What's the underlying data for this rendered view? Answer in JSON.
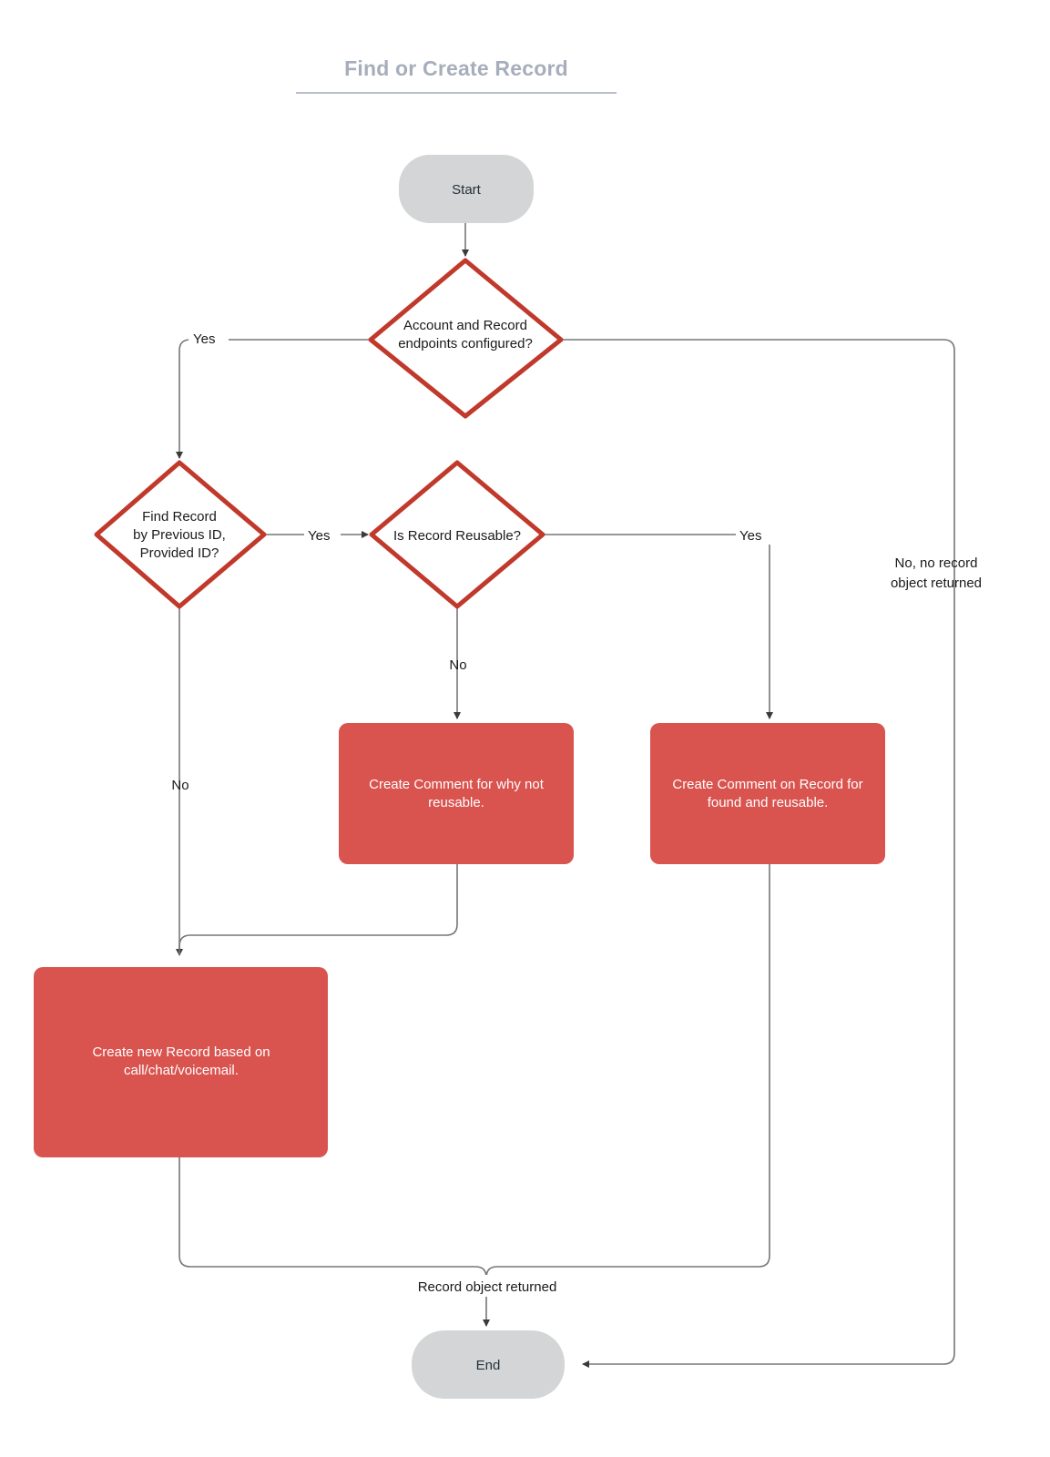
{
  "page": {
    "title": "Find or Create Record",
    "background_color": "#ffffff"
  },
  "colors": {
    "title_text": "#a7aebb",
    "terminator_fill": "#d3d5d6",
    "decision_stroke": "#c0392b",
    "decision_fill": "#ffffff",
    "process_fill": "#d9534f",
    "process_text": "#ffffff",
    "edge_stroke": "#767676",
    "body_text": "#1a1a1a"
  },
  "chart_data": {
    "type": "diagram",
    "title": "Find or Create Record",
    "nodes": [
      {
        "id": "start",
        "shape": "terminator",
        "label": "Start"
      },
      {
        "id": "d1",
        "shape": "decision",
        "label_line1": "Account and Record",
        "label_line2": "endpoints configured?"
      },
      {
        "id": "d2",
        "shape": "decision",
        "label_line1": "Find Record",
        "label_line2": "by Previous ID,",
        "label_line3": "Provided ID?"
      },
      {
        "id": "d3",
        "shape": "decision",
        "label_line1": "Is Record Reusable?"
      },
      {
        "id": "p1",
        "shape": "process",
        "label_line1": "Create Comment for why not",
        "label_line2": "reusable."
      },
      {
        "id": "p2",
        "shape": "process",
        "label_line1": "Create Comment on Record for",
        "label_line2": "found and reusable."
      },
      {
        "id": "p3",
        "shape": "process",
        "label_line1": "Create new Record based on",
        "label_line2": "call/chat/voicemail."
      },
      {
        "id": "end",
        "shape": "terminator",
        "label": "End"
      }
    ],
    "edges": [
      {
        "from": "start",
        "to": "d1",
        "label": ""
      },
      {
        "from": "d1",
        "to": "d2",
        "label": "Yes"
      },
      {
        "from": "d1",
        "to": "end",
        "label_line1": "No, no record",
        "label_line2": "object returned"
      },
      {
        "from": "d2",
        "to": "d3",
        "label": "Yes"
      },
      {
        "from": "d2",
        "to": "p3",
        "label": "No"
      },
      {
        "from": "d3",
        "to": "p1",
        "label": "No"
      },
      {
        "from": "d3",
        "to": "p2",
        "label": "Yes"
      },
      {
        "from": "p1",
        "to": "p3",
        "label": ""
      },
      {
        "from": "p3",
        "to": "end",
        "label": "Record object returned"
      },
      {
        "from": "p2",
        "to": "end",
        "label": ""
      }
    ]
  },
  "labels": {
    "start": "Start",
    "end": "End",
    "d1_l1": "Account and Record",
    "d1_l2": "endpoints configured?",
    "d2_l1": "Find Record",
    "d2_l2": "by Previous ID,",
    "d2_l3": "Provided ID?",
    "d3_l1": "Is Record Reusable?",
    "p1_l1": "Create Comment for why not",
    "p1_l2": "reusable.",
    "p2_l1": "Create Comment on Record for",
    "p2_l2": "found and reusable.",
    "p3_l1": "Create new Record based on",
    "p3_l2": "call/chat/voicemail.",
    "edge_yes_1": "Yes",
    "edge_yes_2": "Yes",
    "edge_yes_3": "Yes",
    "edge_no_1": "No",
    "edge_no_2": "No",
    "edge_no_record_l1": "No, no record",
    "edge_no_record_l2": "object returned",
    "edge_record_returned": "Record object returned"
  }
}
